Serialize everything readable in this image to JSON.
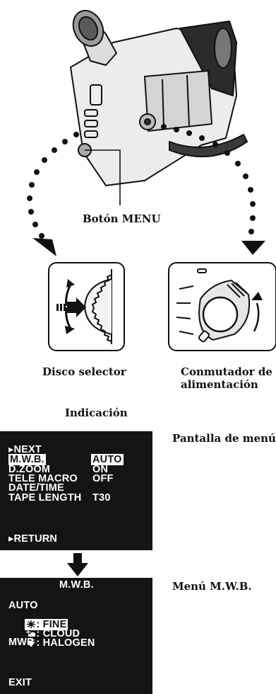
{
  "labels": {
    "menu_button": "Botón MENU",
    "select_dial": "Disco selector",
    "power_switch_line1": "Conmutador de",
    "power_switch_line2": "alimentación",
    "indication": "Indicación",
    "menu_screen": "Pantalla de menú",
    "mwb_menu": "Menú M.W.B."
  },
  "menu_screen": {
    "next": "▸NEXT",
    "items": [
      {
        "name": "M.W.B.",
        "value": "AUTO",
        "selected": true
      },
      {
        "name": "D.ZOOM",
        "value": "ON",
        "selected": false
      },
      {
        "name": "TELE MACRO",
        "value": "OFF",
        "selected": false
      },
      {
        "name": "DATE/TIME",
        "value": "",
        "selected": false
      },
      {
        "name": "TAPE LENGTH",
        "value": "T30",
        "selected": false
      }
    ],
    "return": "▸RETURN"
  },
  "mwb_screen": {
    "title": "M.W.B.",
    "options": [
      {
        "icon": "",
        "text": "AUTO",
        "selected": false
      },
      {
        "icon": "sun-icon",
        "text": ": FINE",
        "selected": true
      },
      {
        "icon": "cloud-icon",
        "text": ": CLOUD",
        "selected": false
      },
      {
        "icon": "bulb-icon",
        "text": ": HALOGEN",
        "selected": false
      },
      {
        "icon": "",
        "text": "MWB",
        "selected": false
      }
    ],
    "exit": "EXIT"
  }
}
